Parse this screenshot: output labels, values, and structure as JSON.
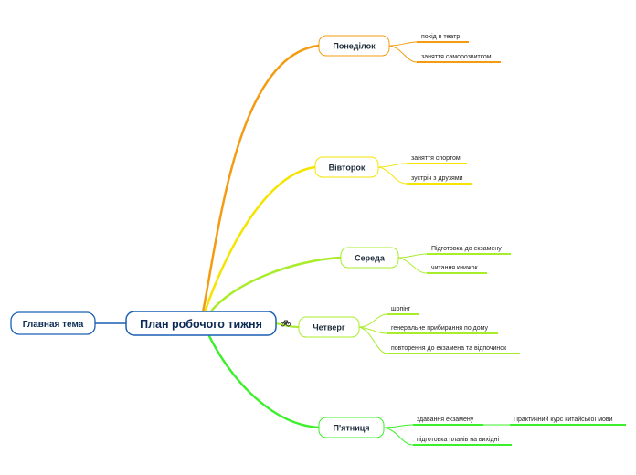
{
  "colors": {
    "root_border": "#1a5fb4",
    "root_text": "#0b2b55",
    "orange": "#f39c12",
    "yellow": "#f5e400",
    "lime": "#a8ec2a",
    "green": "#3cf02c"
  },
  "main_topic": {
    "label": "Главная тема"
  },
  "central_topic": {
    "label": "План робочого тижня",
    "icon": "bicycle-icon"
  },
  "branches": [
    {
      "id": "mon",
      "label": "Понеділок",
      "color": "orange",
      "children": [
        {
          "label": "похід в театр"
        },
        {
          "label": "заняття саморозвитком"
        }
      ]
    },
    {
      "id": "tue",
      "label": "Вівторок",
      "color": "yellow",
      "children": [
        {
          "label": "заняття спортом"
        },
        {
          "label": "зустріч з друзями"
        }
      ]
    },
    {
      "id": "wed",
      "label": "Середа",
      "color": "lime",
      "children": [
        {
          "label": "Підготовка до екзамену"
        },
        {
          "label": "читання книжок"
        }
      ]
    },
    {
      "id": "thu",
      "label": "Четверг",
      "color": "lime",
      "children": [
        {
          "label": "шопінг"
        },
        {
          "label": "генеральне прибирання по дому"
        },
        {
          "label": "повторення до екзамена та відпочинок"
        }
      ]
    },
    {
      "id": "fri",
      "label": "П'ятниця",
      "color": "green",
      "children": [
        {
          "label": "здавання екзамену",
          "children": [
            {
              "label": "Практичний курс китайської мови"
            }
          ]
        },
        {
          "label": "підготовка планів на вихідні"
        }
      ]
    }
  ]
}
